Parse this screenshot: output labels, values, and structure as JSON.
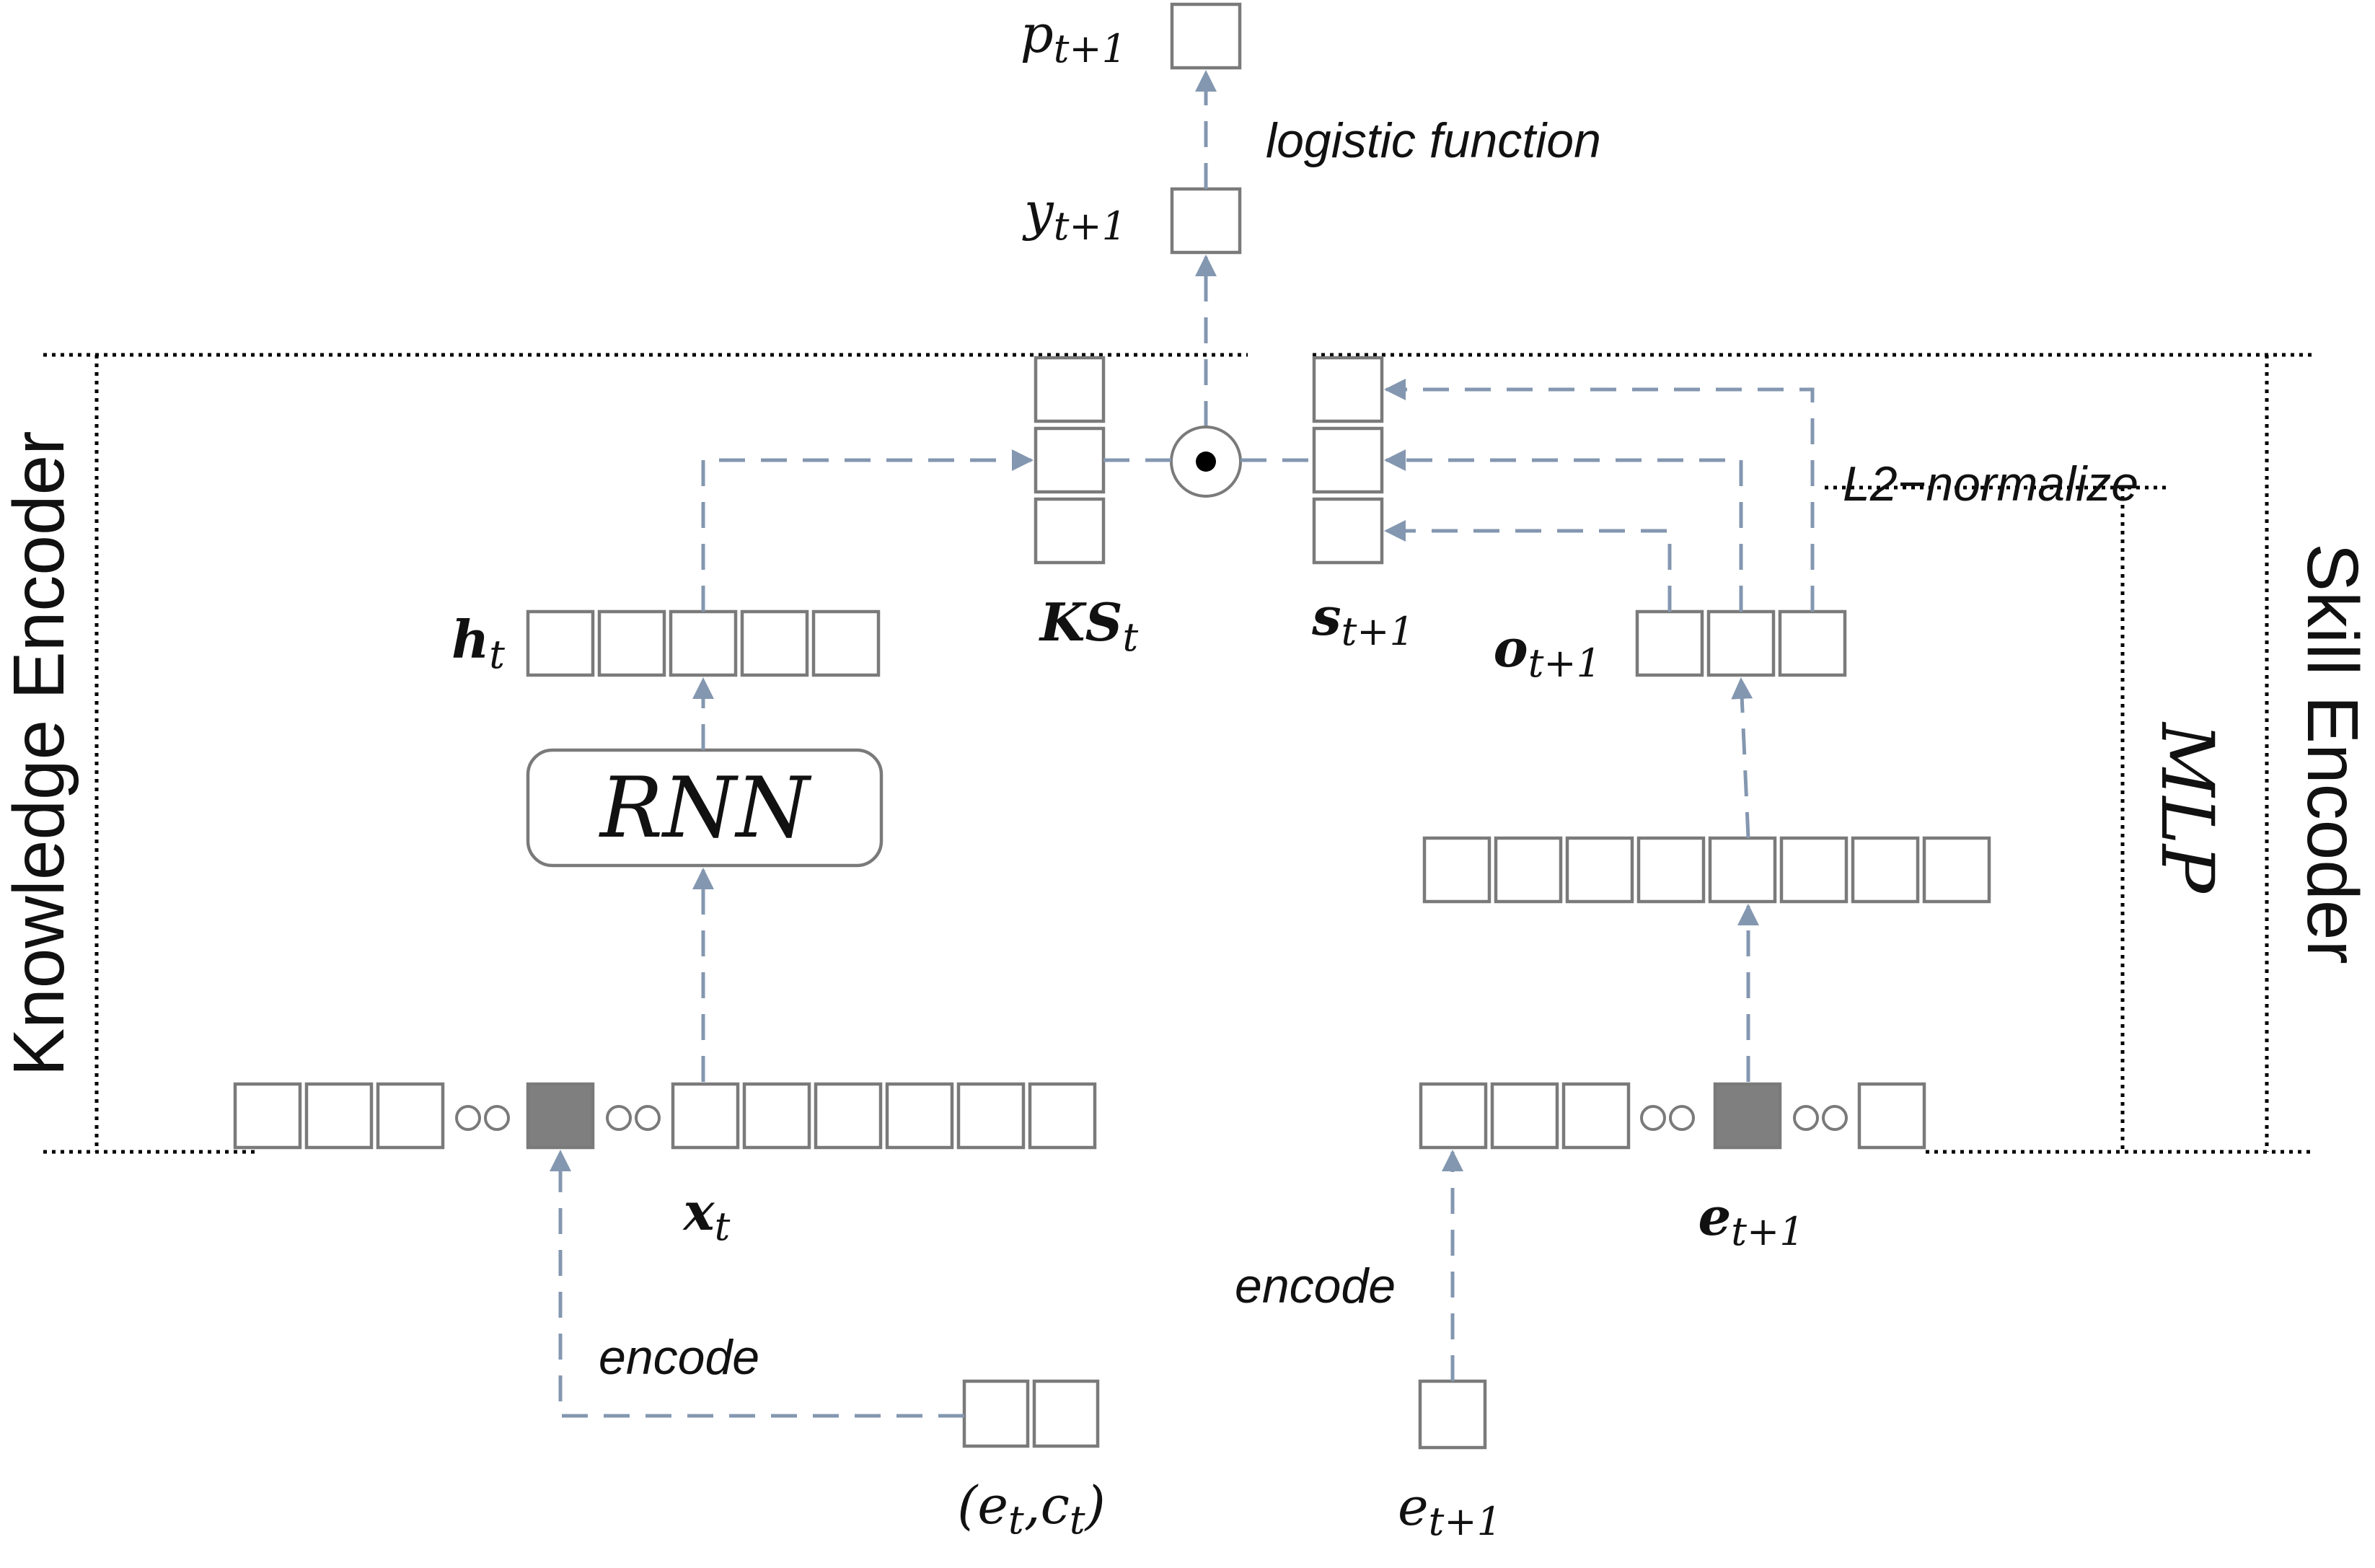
{
  "labels": {
    "p_main": "p",
    "p_sub": "t+1",
    "y_main": "y",
    "y_sub": "t+1",
    "ks_main": "KS",
    "ks_sub": "t",
    "s_main": "s",
    "s_sub": "t+1",
    "h_main": "h",
    "h_sub": "t",
    "o_main": "o",
    "o_sub": "t+1",
    "x_main": "x",
    "x_sub": "t",
    "e_vec_main": "e",
    "e_vec_sub": "t+1",
    "pair_open": "(",
    "pair_e": "e",
    "pair_e_sub": "t",
    "pair_comma": ",",
    "pair_c": "c",
    "pair_c_sub": "t",
    "pair_close": ")",
    "e_in_main": "e",
    "e_in_sub": "t+1"
  },
  "annotations": {
    "logistic": "logistic function",
    "l2": "L2−normalize",
    "encode_left": "encode",
    "encode_right": "encode"
  },
  "blocks": {
    "rnn": "RNN",
    "mlp": "MLP"
  },
  "sections": {
    "knowledge": "Knowledge Encoder",
    "skill": "Skill Encoder"
  },
  "colors": {
    "arrow": "#8497b0",
    "cell_border": "#7a7a7a",
    "cell_filled": "#7f7f7f",
    "bracket": "#000000"
  }
}
